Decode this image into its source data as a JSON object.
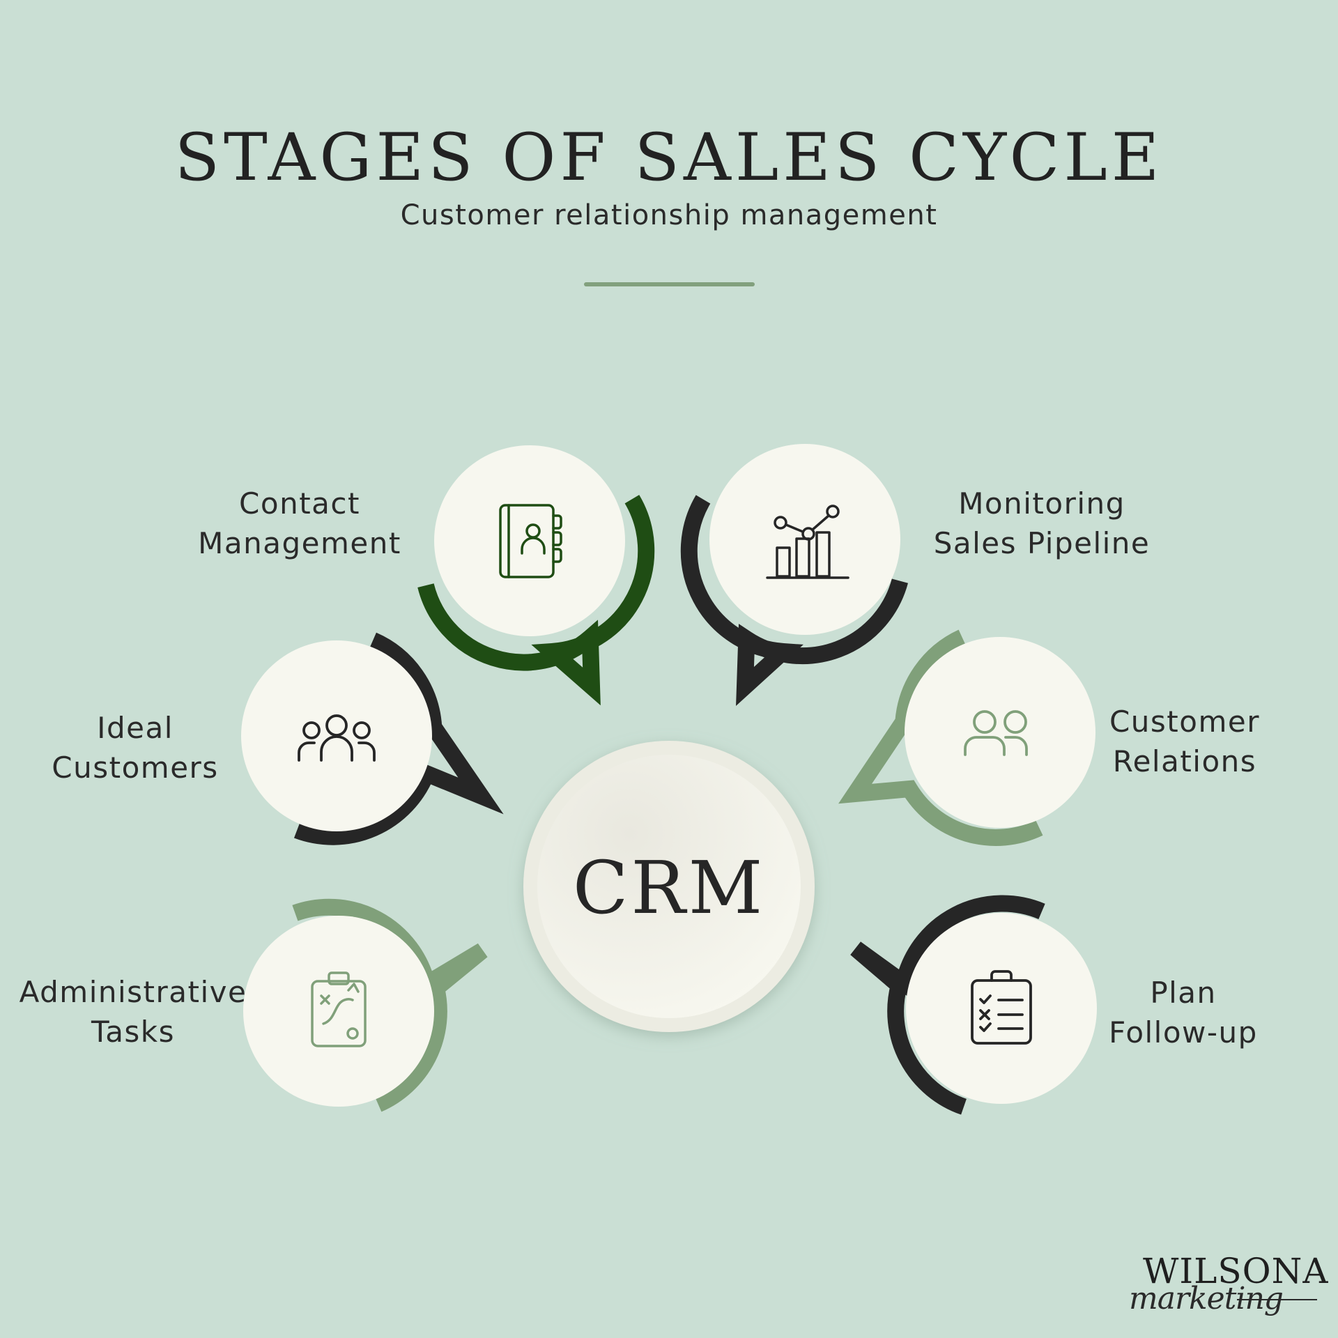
{
  "title": "STAGES OF SALES CYCLE",
  "subtitle": "Customer relationship management",
  "center": {
    "label": "CRM"
  },
  "stages": [
    {
      "id": "contact-management",
      "lines": [
        "Contact",
        "Management"
      ],
      "icon": "address-book-icon",
      "color": "#1f4d14"
    },
    {
      "id": "monitoring-sales-pipeline",
      "lines": [
        "Monitoring",
        "Sales Pipeline"
      ],
      "icon": "line-bar-chart-icon",
      "color": "#262626"
    },
    {
      "id": "ideal-customers",
      "lines": [
        "Ideal",
        "Customers"
      ],
      "icon": "people-group-icon",
      "color": "#262626"
    },
    {
      "id": "customer-relations",
      "lines": [
        "Customer",
        "Relations"
      ],
      "icon": "two-people-icon",
      "color": "#80a07a"
    },
    {
      "id": "administrative-tasks",
      "lines": [
        "Administrative",
        "Tasks"
      ],
      "icon": "strategy-clipboard-icon",
      "color": "#80a07a"
    },
    {
      "id": "plan-follow-up",
      "lines": [
        "Plan",
        "Follow-up"
      ],
      "icon": "checklist-clipboard-icon",
      "color": "#262626"
    }
  ],
  "logo": {
    "word": "WILSONA",
    "script": "marketing"
  }
}
